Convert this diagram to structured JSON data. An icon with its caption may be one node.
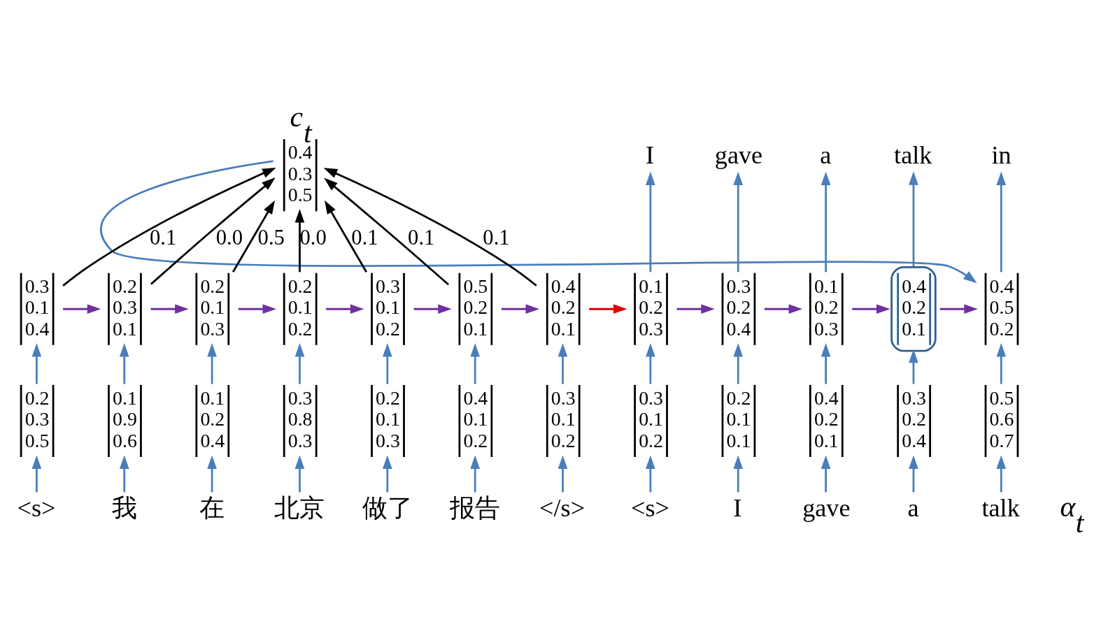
{
  "diagram": {
    "nodes": [
      {
        "text": [
          "c$_{t}$",
          "0.4 0.3 0.5"
        ]
      },
      {
        "text": [
          "I"
        ]
      },
      {
        "text": [
          "gave"
        ]
      },
      {
        "text": [
          "a"
        ]
      },
      {
        "text": [
          "talk"
        ]
      },
      {
        "text": [
          "in"
        ]
      },
      {
        "text": [
          "0.3 0.1 0.4"
        ]
      },
      {
        "text": [
          "0.2 0.3 0.1"
        ]
      },
      {
        "text": [
          "0.2 0.1 0.3"
        ]
      },
      {
        "text": [
          "0.2 0.1 0.2"
        ]
      },
      {
        "text": [
          "0.3 0.1 0.2"
        ]
      },
      {
        "text": [
          "0.5 0.2 0.1"
        ]
      },
      {
        "text": [
          "0.4 0.2 0.1"
        ]
      },
      {
        "text": [
          "0.1 0.2 0.3"
        ]
      },
      {
        "text": [
          "0.3 0.2 0.4"
        ]
      },
      {
        "text": [
          "0.1 0.2 0.3"
        ]
      },
      {
        "text": [
          "0.4 0.2 0.1"
        ]
      },
      {
        "text": [
          "0.4 0.5 0.2"
        ]
      },
      {
        "text": [
          "0.2 0.3 0.5"
        ]
      },
      {
        "text": [
          "0.1 0.9 0.6"
        ]
      },
      {
        "text": [
          "0.1 0.2 0.4"
        ]
      },
      {
        "text": [
          "0.3 0.8 0.3"
        ]
      },
      {
        "text": [
          "0.2 0.1 0.3"
        ]
      },
      {
        "text": [
          "0.4 0.1 0.2"
        ]
      },
      {
        "text": [
          "0.3 0.1 0.2"
        ]
      },
      {
        "text": [
          "0.3 0.1 0.2"
        ]
      },
      {
        "text": [
          "0.2 0.1 0.1"
        ]
      },
      {
        "text": [
          "0.4 0.2 0.1"
        ]
      },
      {
        "text": [
          "0.3 0.2 0.4"
        ]
      },
      {
        "text": [
          "0.5 0.6 0.7"
        ]
      },
      {
        "text": [
          "<s>"
        ]
      },
      {
        "text": [
          "我"
        ]
      },
      {
        "text": [
          "在"
        ]
      },
      {
        "text": [
          "北京"
        ]
      },
      {
        "text": [
          "做了"
        ]
      },
      {
        "text": [
          "报告"
        ]
      },
      {
        "text": [
          "</s>"
        ]
      },
      {
        "text": [
          "<s>"
        ]
      },
      {
        "text": [
          "I"
        ]
      },
      {
        "text": [
          "gave"
        ]
      },
      {
        "text": [
          "a"
        ]
      },
      {
        "text": [
          "talk"
        ]
      }
    ],
    "edges": [
      {
        "from": 30,
        "to": 18,
        "arrow": "to"
      },
      {
        "from": 31,
        "to": 19,
        "arrow": "to"
      },
      {
        "from": 32,
        "to": 20,
        "arrow": "to"
      },
      {
        "from": 33,
        "to": 21,
        "arrow": "to"
      },
      {
        "from": 34,
        "to": 22,
        "arrow": "to"
      },
      {
        "from": 35,
        "to": 23,
        "arrow": "to"
      },
      {
        "from": 36,
        "to": 24,
        "arrow": "to"
      },
      {
        "from": 37,
        "to": 25,
        "arrow": "to"
      },
      {
        "from": 38,
        "to": 26,
        "arrow": "to"
      },
      {
        "from": 39,
        "to": 27,
        "arrow": "to"
      },
      {
        "from": 40,
        "to": 28,
        "arrow": "to"
      },
      {
        "from": 41,
        "to": 29,
        "arrow": "to"
      },
      {
        "from": 18,
        "to": 6,
        "arrow": "to"
      },
      {
        "from": 19,
        "to": 7,
        "arrow": "to"
      },
      {
        "from": 20,
        "to": 8,
        "arrow": "to"
      },
      {
        "from": 21,
        "to": 9,
        "arrow": "to"
      },
      {
        "from": 22,
        "to": 10,
        "arrow": "to"
      },
      {
        "from": 23,
        "to": 11,
        "arrow": "to"
      },
      {
        "from": 24,
        "to": 12,
        "arrow": "to"
      },
      {
        "from": 25,
        "to": 13,
        "arrow": "to"
      },
      {
        "from": 26,
        "to": 14,
        "arrow": "to"
      },
      {
        "from": 27,
        "to": 15,
        "arrow": "to"
      },
      {
        "from": 28,
        "to": 16,
        "arrow": "to"
      },
      {
        "from": 29,
        "to": 17,
        "arrow": "to"
      },
      {
        "from": 6,
        "to": 7,
        "arrow": "to",
        "color": "#7030a0"
      },
      {
        "from": 7,
        "to": 8,
        "arrow": "to",
        "color": "#7030a0"
      },
      {
        "from": 8,
        "to": 9,
        "arrow": "to",
        "color": "#7030a0"
      },
      {
        "from": 9,
        "to": 10,
        "arrow": "to",
        "color": "#7030a0"
      },
      {
        "from": 10,
        "to": 11,
        "arrow": "to",
        "color": "#7030a0"
      },
      {
        "from": 11,
        "to": 12,
        "arrow": "to",
        "color": "#7030a0"
      },
      {
        "from": 12,
        "to": 13,
        "arrow": "to",
        "color": "#e00000"
      },
      {
        "from": 13,
        "to": 14,
        "arrow": "to",
        "color": "#7030a0"
      },
      {
        "from": 14,
        "to": 15,
        "arrow": "to",
        "color": "#7030a0"
      },
      {
        "from": 15,
        "to": 16,
        "arrow": "to",
        "color": "#7030a0"
      },
      {
        "from": 16,
        "to": 17,
        "arrow": "to",
        "color": "#7030a0"
      },
      {
        "from": 13,
        "to": 1,
        "arrow": "to"
      },
      {
        "from": 14,
        "to": 2,
        "arrow": "to"
      },
      {
        "from": 15,
        "to": 3,
        "arrow": "to"
      },
      {
        "from": 16,
        "to": 4,
        "arrow": "to"
      },
      {
        "from": 17,
        "to": 5,
        "arrow": "to"
      },
      {
        "from": 6,
        "to": 0,
        "arrow": "to",
        "label": "0.1",
        "color": "#000000"
      },
      {
        "from": 7,
        "to": 0,
        "arrow": "to",
        "label": "0.0",
        "color": "#000000"
      },
      {
        "from": 8,
        "to": 0,
        "arrow": "to",
        "label": "0.5",
        "color": "#000000"
      },
      {
        "from": 9,
        "to": 0,
        "arrow": "to",
        "label": "0.0",
        "color": "#000000"
      },
      {
        "from": 10,
        "to": 0,
        "arrow": "to",
        "label": "0.1",
        "color": "#000000"
      },
      {
        "from": 11,
        "to": 0,
        "arrow": "to",
        "label": "0.1",
        "color": "#000000"
      },
      {
        "from": 12,
        "to": 0,
        "arrow": "to",
        "label": "0.1",
        "color": "#000000"
      },
      {
        "from": 0,
        "to": 17,
        "arrow": "to"
      }
    ],
    "labels": [
      "α$_{t}$"
    ]
  }
}
